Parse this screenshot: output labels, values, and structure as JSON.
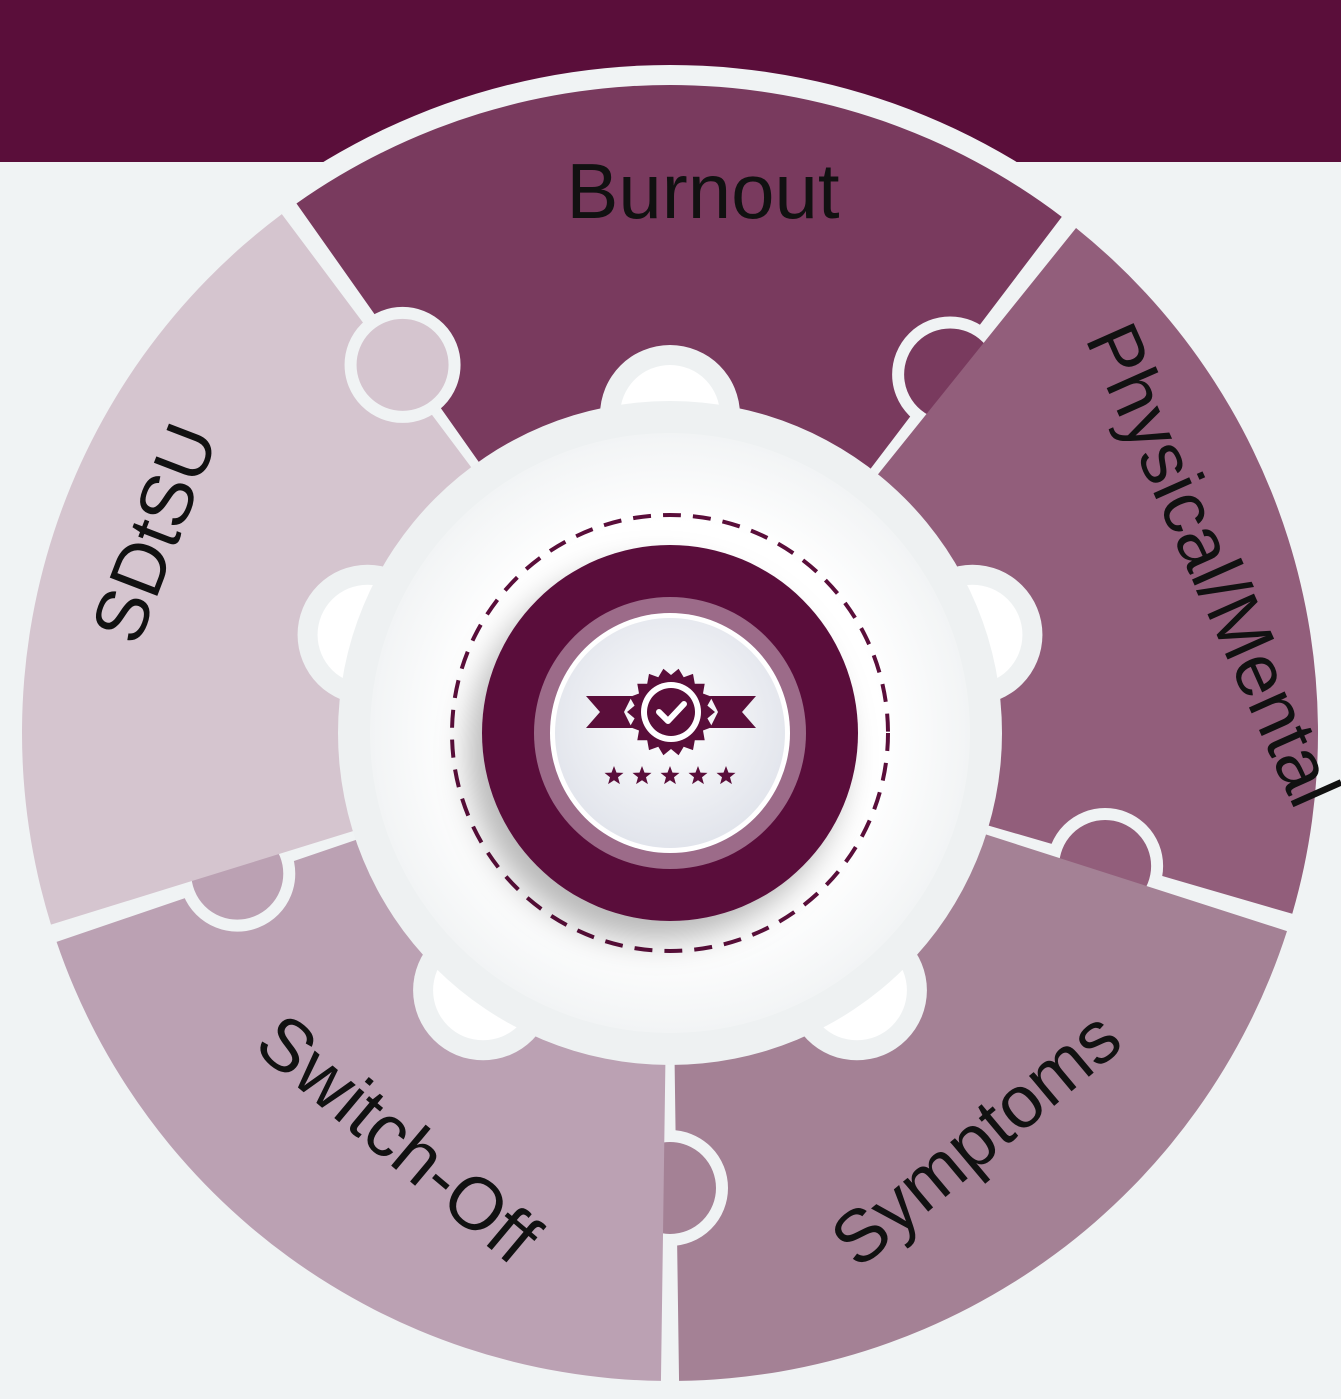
{
  "segments": [
    {
      "id": "burnout",
      "label": "Burnout",
      "color": "#793a5e"
    },
    {
      "id": "physical",
      "label": "Physical/Mental",
      "color": "#925e7b"
    },
    {
      "id": "symptoms",
      "label": "Symptoms",
      "color": "#a48195"
    },
    {
      "id": "switchoff",
      "label": "Switch-Off",
      "color": "#bba1b3"
    },
    {
      "id": "sdtsu",
      "label": "SDtSU",
      "color": "#d5c5cf"
    }
  ],
  "colors": {
    "banner": "#5a0e3a",
    "background": "#f0f3f4",
    "ring_dark": "#5a0e3a",
    "ring_mid": "#9c6b89",
    "center_face": "#f4f5f9"
  },
  "center_icon": "quality-badge-icon",
  "rating_icon": "five-stars-icon"
}
